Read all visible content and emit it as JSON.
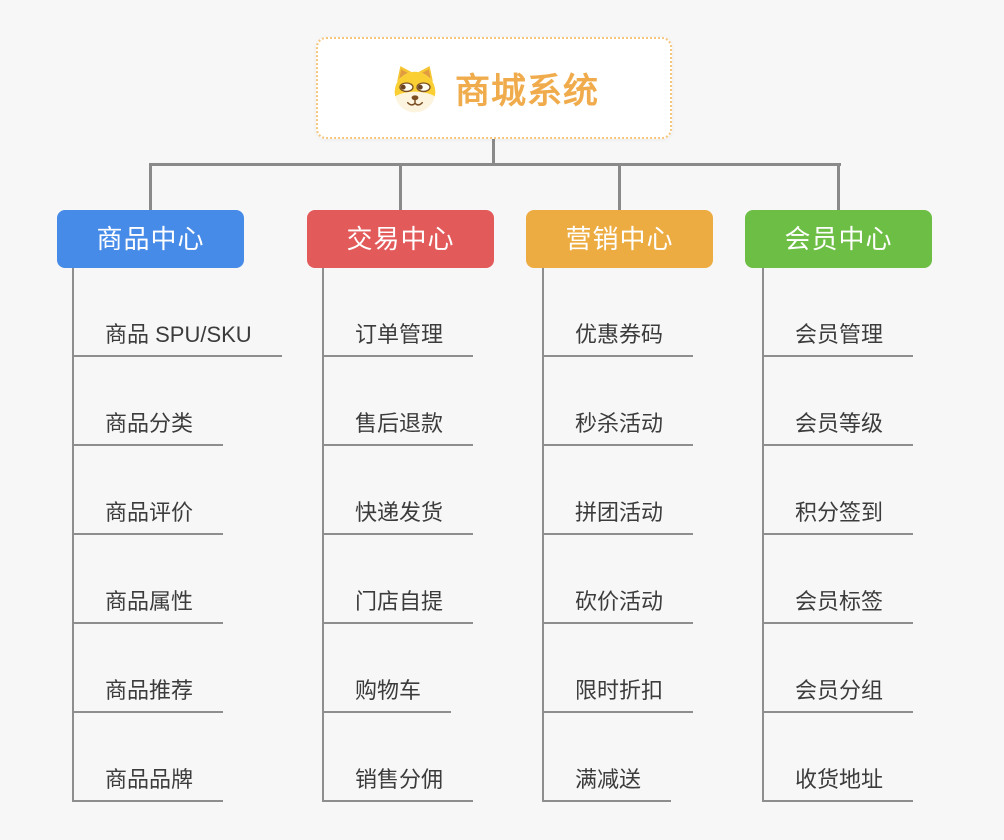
{
  "root": {
    "title": "商城系统",
    "icon": "dog-face-icon"
  },
  "branches": [
    {
      "label": "商品中心",
      "color": "#478be8",
      "children": [
        "商品 SPU/SKU",
        "商品分类",
        "商品评价",
        "商品属性",
        "商品推荐",
        "商品品牌"
      ]
    },
    {
      "label": "交易中心",
      "color": "#e35a5a",
      "children": [
        "订单管理",
        "售后退款",
        "快递发货",
        "门店自提",
        "购物车",
        "销售分佣"
      ]
    },
    {
      "label": "营销中心",
      "color": "#edac41",
      "children": [
        "优惠券码",
        "秒杀活动",
        "拼团活动",
        "砍价活动",
        "限时折扣",
        "满减送"
      ]
    },
    {
      "label": "会员中心",
      "color": "#6cbe44",
      "children": [
        "会员管理",
        "会员等级",
        "积分签到",
        "会员标签",
        "会员分组",
        "收货地址"
      ]
    }
  ],
  "colors": {
    "background": "#f7f7f7",
    "root_border": "#f4c67b",
    "root_title": "#f0ac4c",
    "connector": "#8a8a8a",
    "leaf_underline": "#8e8e8e",
    "leaf_text": "#3c3c3c"
  }
}
